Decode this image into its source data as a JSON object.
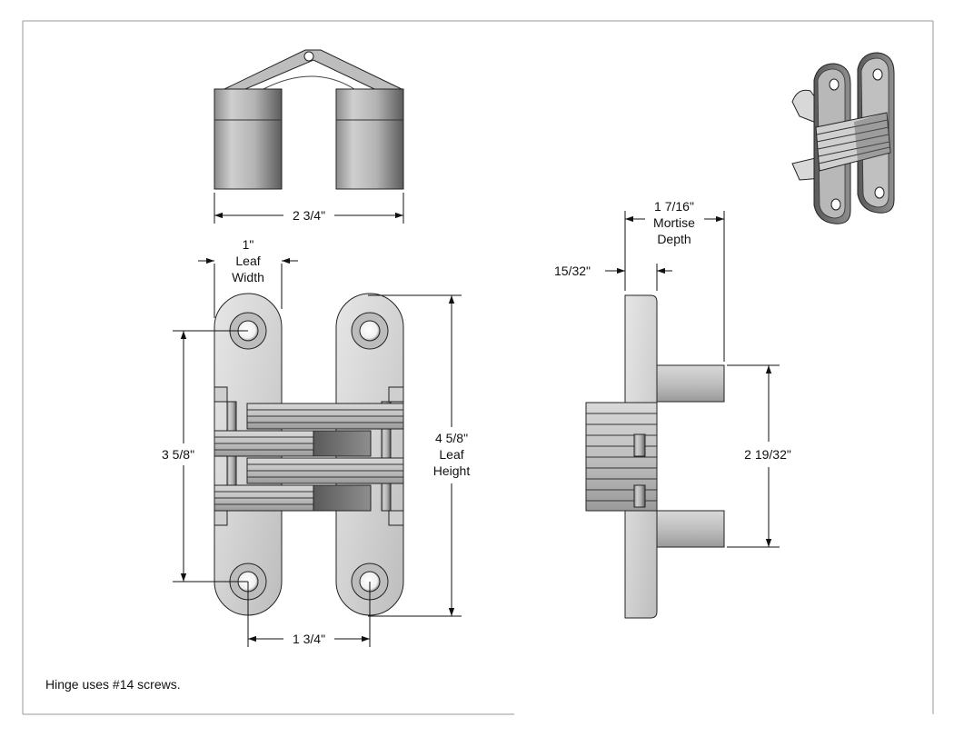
{
  "dimensions": {
    "overall_width": "2 3/4\"",
    "leaf_width_value": "1\"",
    "leaf_width_label_1": "Leaf",
    "leaf_width_label_2": "Width",
    "hole_spacing_vertical": "3 5/8\"",
    "leaf_height_value": "4 5/8\"",
    "leaf_height_label_1": "Leaf",
    "leaf_height_label_2": "Height",
    "hole_spacing_horizontal": "1 3/4\"",
    "mortise_depth_value": "1 7/16\"",
    "mortise_depth_label_1": "Mortise",
    "mortise_depth_label_2": "Depth",
    "flange_thickness": "15/32\"",
    "body_height": "2 19/32\""
  },
  "note": "Hinge uses #14 screws.",
  "colors": {
    "metal_light": "#e1e1e1",
    "metal_mid": "#b9b9b9",
    "metal_dark": "#6f6f6f",
    "outline": "#222222",
    "border": "#9a9a9a"
  }
}
